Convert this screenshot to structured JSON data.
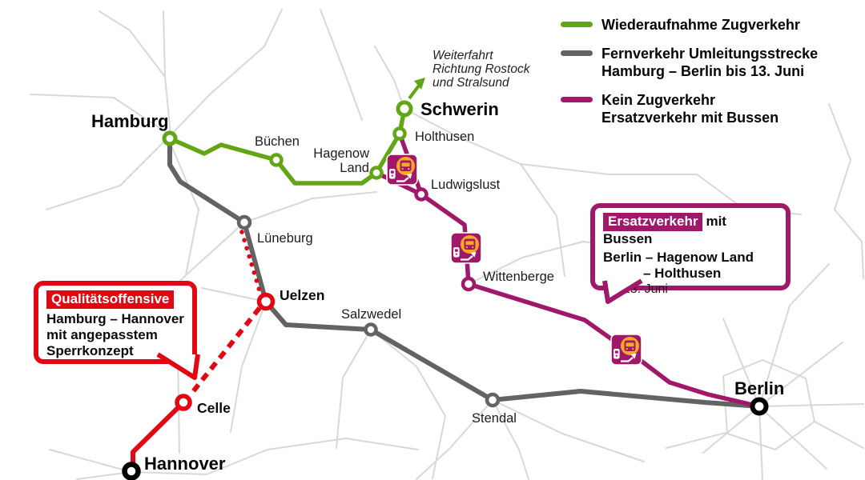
{
  "colors": {
    "green": "#63a615",
    "gray": "#636363",
    "purple": "#a0186a",
    "red": "#e30613",
    "orange": "#f6a723",
    "network": "#d8d8d8"
  },
  "legend": {
    "items": [
      {
        "label": "Wiederaufnahme Zugverkehr"
      },
      {
        "label": "Fernverkehr Umleitungsstrecke\nHamburg – Berlin bis 13. Juni"
      },
      {
        "label": "Kein Zugverkehr\nErsatzverkehr mit Bussen"
      }
    ]
  },
  "annotation": {
    "text": "Weiterfahrt\nRichtung Rostock\nund Stralsund"
  },
  "callout_red": {
    "badge": "Qualitätsoffensive",
    "line1": "Hamburg – Hannover",
    "line2": "mit angepasstem",
    "line3": "Sperrkonzept"
  },
  "callout_purple": {
    "badge": "Ersatzverkehr",
    "badge_suffix": "mit Bussen",
    "line1": "Berlin – Hagenow Land",
    "line2": "– Holthusen",
    "note": "bis 13. Juni"
  },
  "stations": {
    "hamburg": {
      "name": "Hamburg"
    },
    "buechen": {
      "name": "Büchen"
    },
    "hagenow_land": {
      "name": "Hagenow Land",
      "line1": "Hagenow",
      "line2": "Land"
    },
    "holthusen": {
      "name": "Holthusen"
    },
    "schwerin": {
      "name": "Schwerin"
    },
    "ludwigslust": {
      "name": "Ludwigslust"
    },
    "lueneburg": {
      "name": "Lüneburg"
    },
    "uelzen": {
      "name": "Uelzen"
    },
    "salzwedel": {
      "name": "Salzwedel"
    },
    "wittenberge": {
      "name": "Wittenberge"
    },
    "stendal": {
      "name": "Stendal"
    },
    "celle": {
      "name": "Celle"
    },
    "hannover": {
      "name": "Hannover"
    },
    "berlin": {
      "name": "Berlin"
    }
  }
}
